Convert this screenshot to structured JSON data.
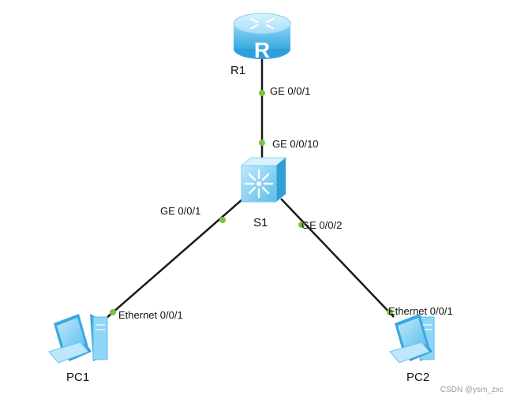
{
  "nodes": {
    "r1": {
      "label": "R1",
      "icon": "router-icon"
    },
    "s1": {
      "label": "S1",
      "icon": "switch-icon"
    },
    "pc1": {
      "label": "PC1",
      "icon": "pc-icon"
    },
    "pc2": {
      "label": "PC2",
      "icon": "pc-icon"
    }
  },
  "ports": {
    "r1_ge001": "GE 0/0/1",
    "s1_ge0010": "GE 0/0/10",
    "s1_ge001": "GE 0/0/1",
    "s1_ge002": "GE 0/0/2",
    "pc1_eth": "Ethernet 0/0/1",
    "pc2_eth": "Ethernet 0/0/1"
  },
  "links": [
    {
      "from": "R1",
      "from_port": "GE 0/0/1",
      "to": "S1",
      "to_port": "GE 0/0/10"
    },
    {
      "from": "S1",
      "from_port": "GE 0/0/1",
      "to": "PC1",
      "to_port": "Ethernet 0/0/1"
    },
    {
      "from": "S1",
      "from_port": "GE 0/0/2",
      "to": "PC2",
      "to_port": "Ethernet 0/0/1"
    }
  ],
  "colors": {
    "link": "#1a1a1a",
    "port_dot": "#7cc242",
    "device_light": "#bfe6fb",
    "device_mid": "#6cc6f2",
    "device_dark": "#2f9fd8"
  },
  "watermark": "CSDN @ysm_zxc"
}
